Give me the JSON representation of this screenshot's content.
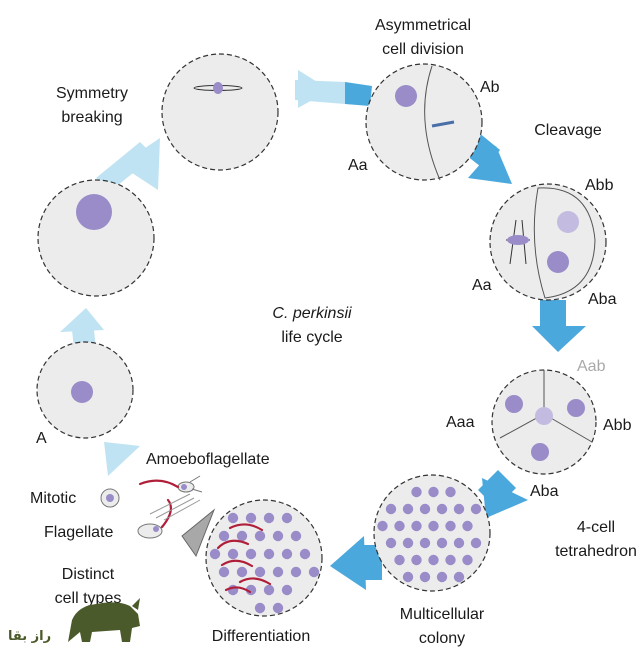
{
  "center_label": {
    "line1": "C. perkinsii",
    "line2": "life cycle"
  },
  "stages": {
    "symmetry_breaking": [
      "Symmetry",
      "breaking"
    ],
    "asymmetrical_division": [
      "Asymmetrical",
      "cell division"
    ],
    "cleavage": "Cleavage",
    "tetrahedron": [
      "4-cell",
      "tetrahedron"
    ],
    "multicellular_colony": [
      "Multicellular",
      "colony"
    ],
    "differentiation": "Differentiation",
    "distinct_cell_types": [
      "Distinct",
      "cell types"
    ],
    "amoeboflagellate": "Amoeboflagellate",
    "mitotic": "Mitotic",
    "flagellate": "Flagellate"
  },
  "cell_labels": {
    "a_single": "A",
    "aa_1": "Aa",
    "ab_1": "Ab",
    "aa_2": "Aa",
    "abb_2": "Abb",
    "aba_2": "Aba",
    "aab_3": "Aab",
    "aaa_3": "Aaa",
    "abb_3": "Abb",
    "aba_3": "Aba"
  },
  "watermark": {
    "text": "راز بقا"
  },
  "colors": {
    "arrow_light": "#bfe3f2",
    "arrow_dark": "#4aa8dc",
    "nucleus": "#9a8cc8",
    "flagellum": "#b01f3a",
    "cell_fill": "#ececec"
  }
}
